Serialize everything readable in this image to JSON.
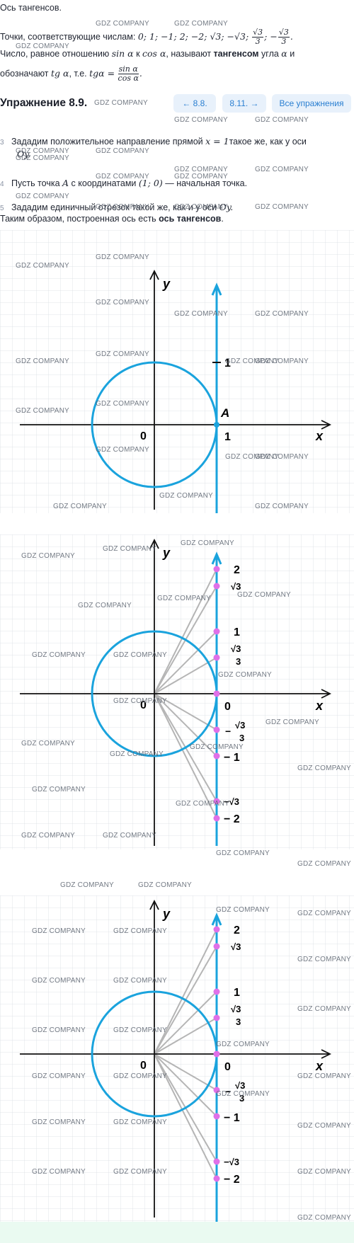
{
  "intro": {
    "line1": "Ось тангенсов.",
    "line2_label": "Точки, соответствующие числам:",
    "line2_values": "0; 1; −1; 2; −2; √3; −√3; ",
    "line2_frac1_num": "√3",
    "line2_frac1_den": "3",
    "line2_frac2_num": "√3",
    "line2_frac2_den": "3",
    "line3_a": "Число, равное отношению",
    "line3_sin": "sin α",
    "line3_k": "к",
    "line3_cos": "cos α",
    "line3_b": ", называют",
    "line3_bold": "тангенсом",
    "line3_c": "угла",
    "line3_alpha": "α",
    "line3_d": "и",
    "line4_a": "обозначают",
    "line4_tg": "tg α",
    "line4_b": ", т.е.",
    "line4_eq": "tgα =",
    "line4_num": "sin α",
    "line4_den": "cos α"
  },
  "exercise": {
    "title": "Упражнение 8.9.",
    "prev_label": "← 8.8.",
    "next_label": "8.11. →",
    "all_label": "Все упражнения"
  },
  "steps": [
    {
      "num": "3",
      "text_a": "Зададим положительное направление прямой",
      "math": "x = 1",
      "text_b": "такое же, как у оси",
      "text_c": "Oy."
    },
    {
      "num": "4",
      "text_a": "Пусть точка",
      "math": "A",
      "text_b": "с координатами",
      "coords": "(1;  0)",
      "text_c": "— начальная точка."
    },
    {
      "num": "5",
      "text_a": "Зададим единичный отрезок такой же, как и у оси",
      "math": "Oy."
    }
  ],
  "conclusion": {
    "text": "Таким образом, построенная ось есть",
    "bold": "ось тангенсов",
    "end": "."
  },
  "watermark": "GDZ COMPANY",
  "figures": {
    "fig1": {
      "y_label": "y",
      "x_label": "x",
      "origin": "0",
      "one_x": "1",
      "one_y": "1",
      "point_a": "A"
    },
    "fig2": {
      "y_label": "y",
      "x_label": "x",
      "origin": "0",
      "zero_tan": "0",
      "labels": [
        "2",
        "√3",
        "1",
        "√3",
        "3",
        "−",
        "√3",
        "3",
        "− 1",
        "−√3",
        "− 2"
      ]
    },
    "fig3": {
      "y_label": "y",
      "x_label": "x",
      "origin": "0",
      "zero_tan": "0",
      "labels": [
        "2",
        "√3",
        "1",
        "√3",
        "3",
        "−",
        "√3",
        "3",
        "− 1",
        "−√3",
        "− 2"
      ]
    }
  },
  "colors": {
    "accent": "#1aa3dd",
    "points": "#e070e8",
    "grid": "#d9dde3",
    "rays": "#b5b5b5",
    "nav_bg": "#e8f1fb",
    "nav_text": "#2a7fd1"
  }
}
